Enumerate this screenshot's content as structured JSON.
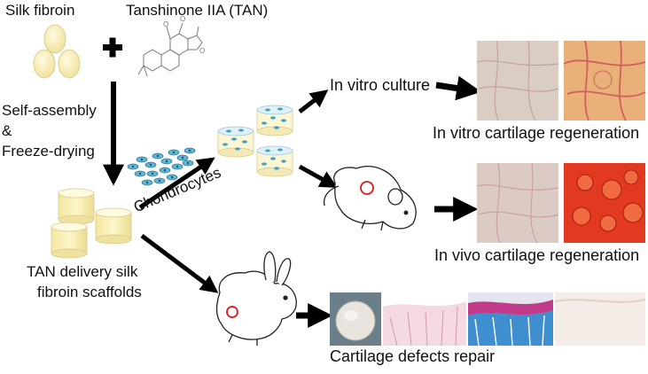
{
  "inputs": {
    "silk_fibroin": "Silk fibroin",
    "tanshinone": "Tanshinone IIA (TAN)"
  },
  "process": {
    "line1": "Self-assembly",
    "line2": "&",
    "line3": "Freeze-drying"
  },
  "scaffold": {
    "line1": "TAN delivery silk",
    "line2": "fibroin scaffolds"
  },
  "cells": {
    "label": "Chondrocytes"
  },
  "branches": {
    "in_vitro_culture": "In vitro culture",
    "in_vitro_result": "In vitro cartilage regeneration",
    "in_vivo_result": "In vivo cartilage regeneration",
    "defect_repair": "Cartilage defects repair"
  },
  "colors": {
    "cylinder_fill": "#fbf2b6",
    "cylinder_edge": "#d8c98a",
    "cell": "#3f9fc4",
    "cell_edge": "#2b6f8c",
    "marker": "#e0161b",
    "arrow": "#000000"
  }
}
